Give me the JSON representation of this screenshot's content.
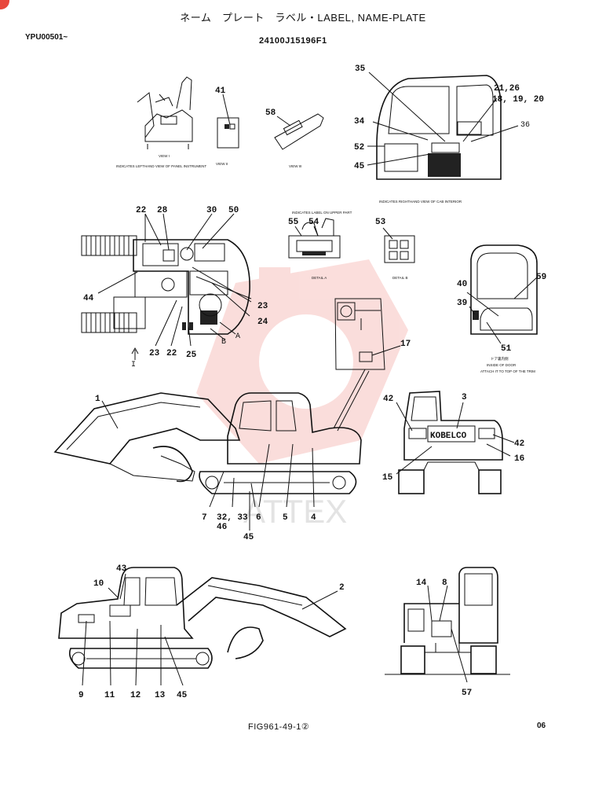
{
  "header": {
    "title": "ネーム　プレート　ラベル・LABEL, NAME-PLATE",
    "serial": "YPU00501~",
    "part_number": "24100J15196F1"
  },
  "footer": {
    "figure": "FIG961-49-1②",
    "page": "06"
  },
  "captions": {
    "view_i": "VIEW I",
    "view_i_note": "INDICATES LEFTHAND VIEW OF PANEL INSTRUMENT",
    "view_ii": "VIEW II",
    "view_iii": "VIEW III",
    "cab_note": "INDICATES RIGHTHAND VIEW OF CAB INTERIOR",
    "detail_a": "DETAIL A",
    "detail_b": "DETAIL B",
    "door_note_jp": "ドア裏内側",
    "door_note_1": "INSIDE OF DOOR",
    "door_note_2": "ATTACH IT TO TOP OF THE TRIM",
    "brand": "KOBELCO",
    "watermark": "ATTEX"
  },
  "callouts": {
    "c1": "1",
    "c2": "2",
    "c3": "3",
    "c4": "4",
    "c5": "5",
    "c6": "6",
    "c7": "7",
    "c8": "8",
    "c9": "9",
    "c10": "10",
    "c11": "11",
    "c12": "12",
    "c13": "13",
    "c14": "14",
    "c15": "15",
    "c16": "16",
    "c17": "17",
    "c21_26": "21,26",
    "c18_19_20": "18, 19, 20",
    "c22": "22",
    "c22b": "22",
    "c23": "23",
    "c23b": "23",
    "c24": "24",
    "c25": "25",
    "c28": "28",
    "c30": "30",
    "c32_33": "32, 33",
    "c34": "34",
    "c35": "35",
    "c36": "36",
    "c39": "39",
    "c40": "40",
    "c41": "41",
    "c42a": "42",
    "c42b": "42",
    "c43": "43",
    "c44": "44",
    "c45a": "45",
    "c45b": "45",
    "c45c": "45",
    "c46": "46",
    "c50": "50",
    "c51": "51",
    "c52": "52",
    "c53": "53",
    "c54": "54",
    "c55": "55",
    "c57": "57",
    "c58": "58",
    "c59": "59",
    "cA": "A",
    "cB": "B",
    "cI": "I"
  },
  "colors": {
    "line": "#111111",
    "watermark": "#e8473c",
    "marker": "#e8473c"
  }
}
